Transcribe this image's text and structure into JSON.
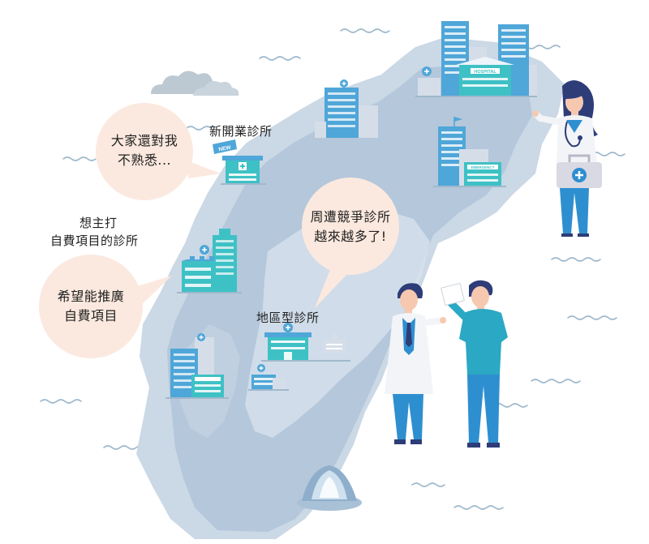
{
  "bubbles": {
    "unfamiliar": {
      "line1": "大家還對我",
      "line2": "不熟悉..."
    },
    "self_pay": {
      "line1": "希望能推廣",
      "line2": "自費項目"
    },
    "competition": {
      "line1": "周遭競爭診所",
      "line2": "越來越多了!"
    }
  },
  "labels": {
    "new_clinic": "新開業診所",
    "self_pay_line1": "想主打",
    "self_pay_line2": "自費項目的診所",
    "regional_clinic": "地區型診所",
    "new_tag": "NEW",
    "hospital_sign": "HOSPITAL",
    "emergency_sign": "EMERGENCY"
  },
  "colors": {
    "island_outer": "#cbd8e5",
    "island_inner": "#b4c7db",
    "plateau": "#d9e3ee",
    "bubble_fill": "#fbe9df",
    "building_blue": "#4fa6d8",
    "building_teal": "#3ec1c5",
    "building_grey": "#d5dee8",
    "scrub_blue": "#2e8fd0",
    "hair_navy": "#2e3d78",
    "wave": "#9fb9cc",
    "cloud": "#bcc9d3"
  }
}
